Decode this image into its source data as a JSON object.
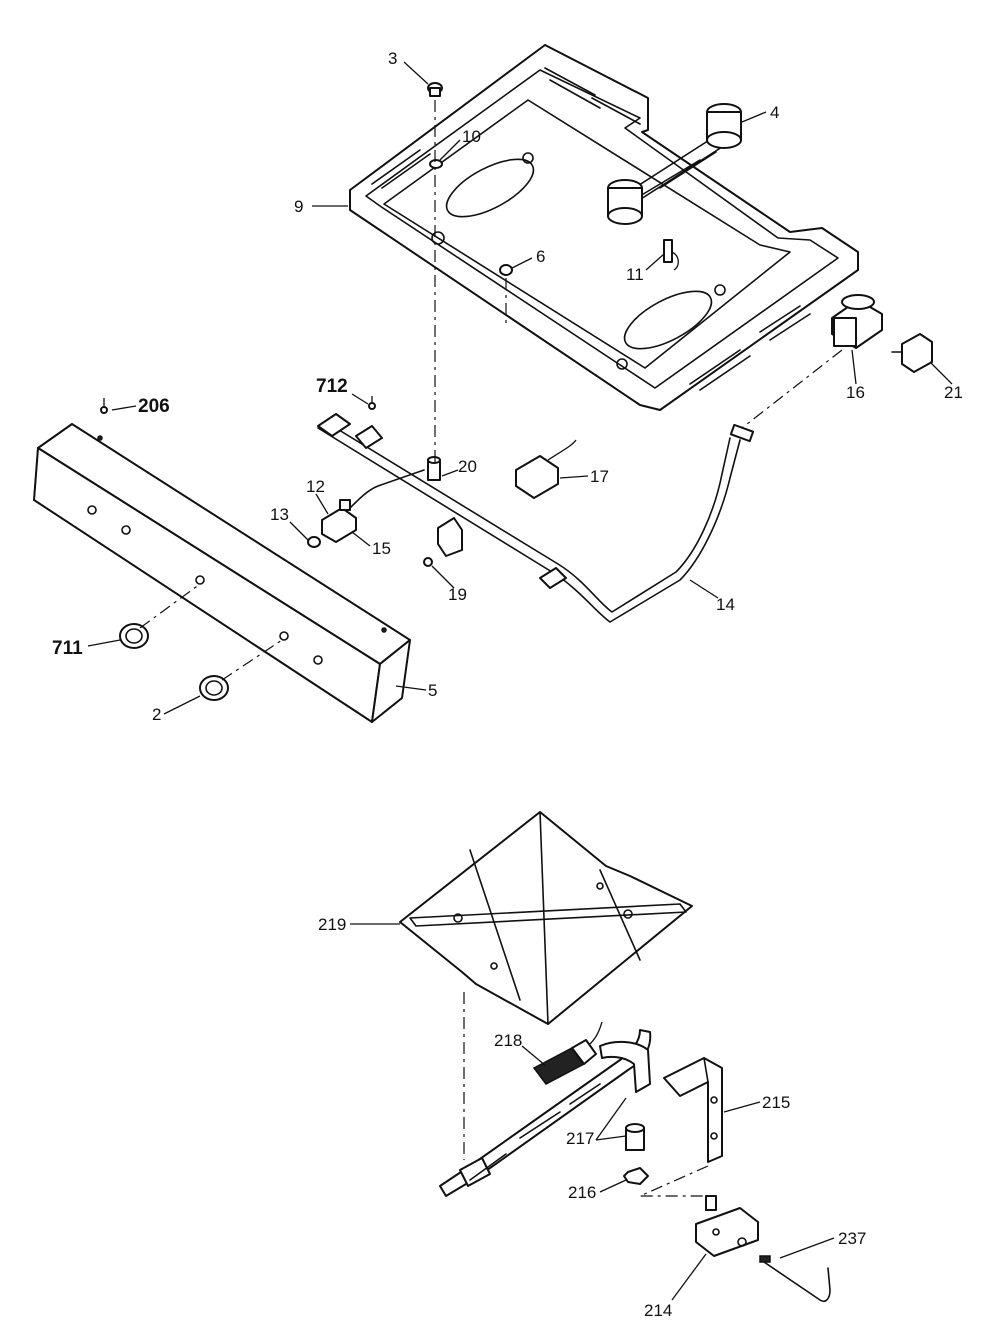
{
  "diagram": {
    "upper_assembly": {
      "callouts": {
        "c3": "3",
        "c4": "4",
        "c10": "10",
        "c9": "9",
        "c6": "6",
        "c11": "11",
        "c16": "16",
        "c21": "21",
        "c712": "712",
        "c206": "206",
        "c20": "20",
        "c17": "17",
        "c12": "12",
        "c13": "13",
        "c15": "15",
        "c19": "19",
        "c14": "14",
        "c711": "711",
        "c2": "2",
        "c5": "5"
      }
    },
    "lower_assembly": {
      "callouts": {
        "c219": "219",
        "c218": "218",
        "c215": "215",
        "c217": "217",
        "c216": "216",
        "c237": "237",
        "c214": "214"
      }
    }
  }
}
